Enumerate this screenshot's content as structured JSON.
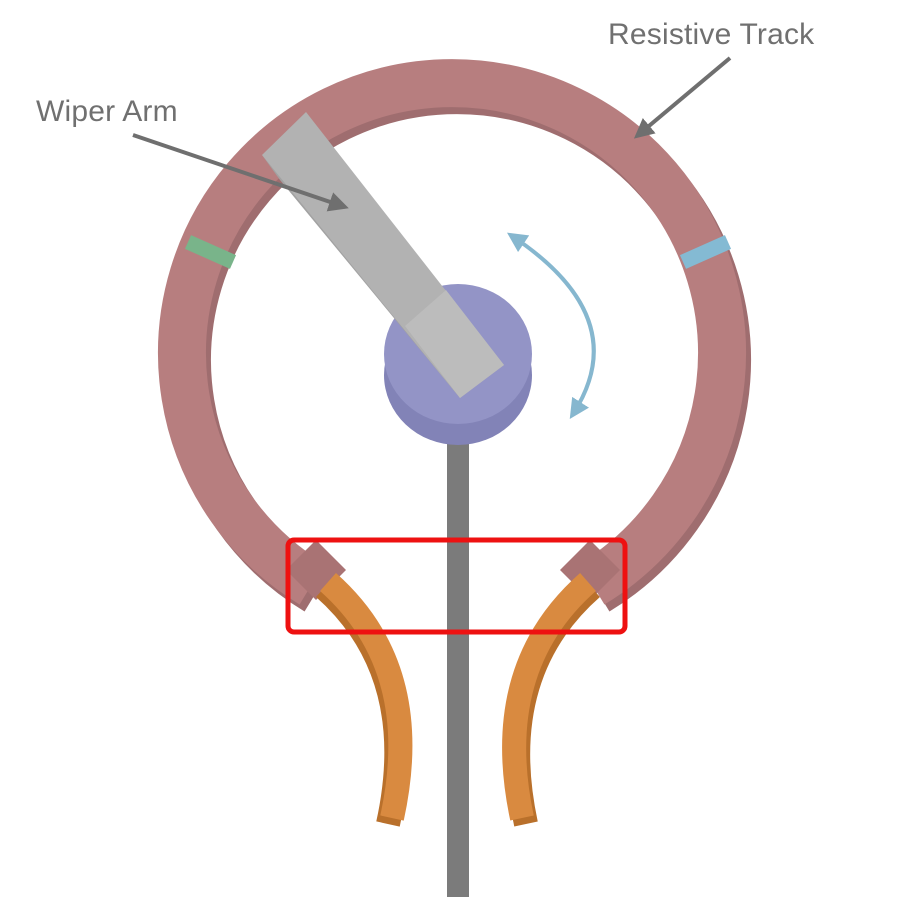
{
  "labels": {
    "resistive_track": "Resistive Track",
    "wiper_arm": "Wiper Arm"
  },
  "colors": {
    "track": "#b77e7f",
    "track_shadow": "#9f6d6f",
    "track_pad_left": "#a97374",
    "wiper": "#b2b2b2",
    "wiper_light": "#c3c3c3",
    "wiper_dark": "#a2a2a2",
    "hub": "#9394c6",
    "hub_shadow": "#8283b7",
    "shaft": "#7b7b7b",
    "terminal": "#d98a40",
    "terminal_shadow": "#b9702b",
    "end_marker_left": "#79b48a",
    "end_marker_right": "#84bad3",
    "rotation_arrow": "#86b7cf",
    "highlight_box": "#ee1111",
    "label_text": "#707070",
    "leader_line": "#6f6f6f"
  },
  "icons": {
    "rotation": "double-headed-curved-arrow",
    "leader": "arrow"
  }
}
